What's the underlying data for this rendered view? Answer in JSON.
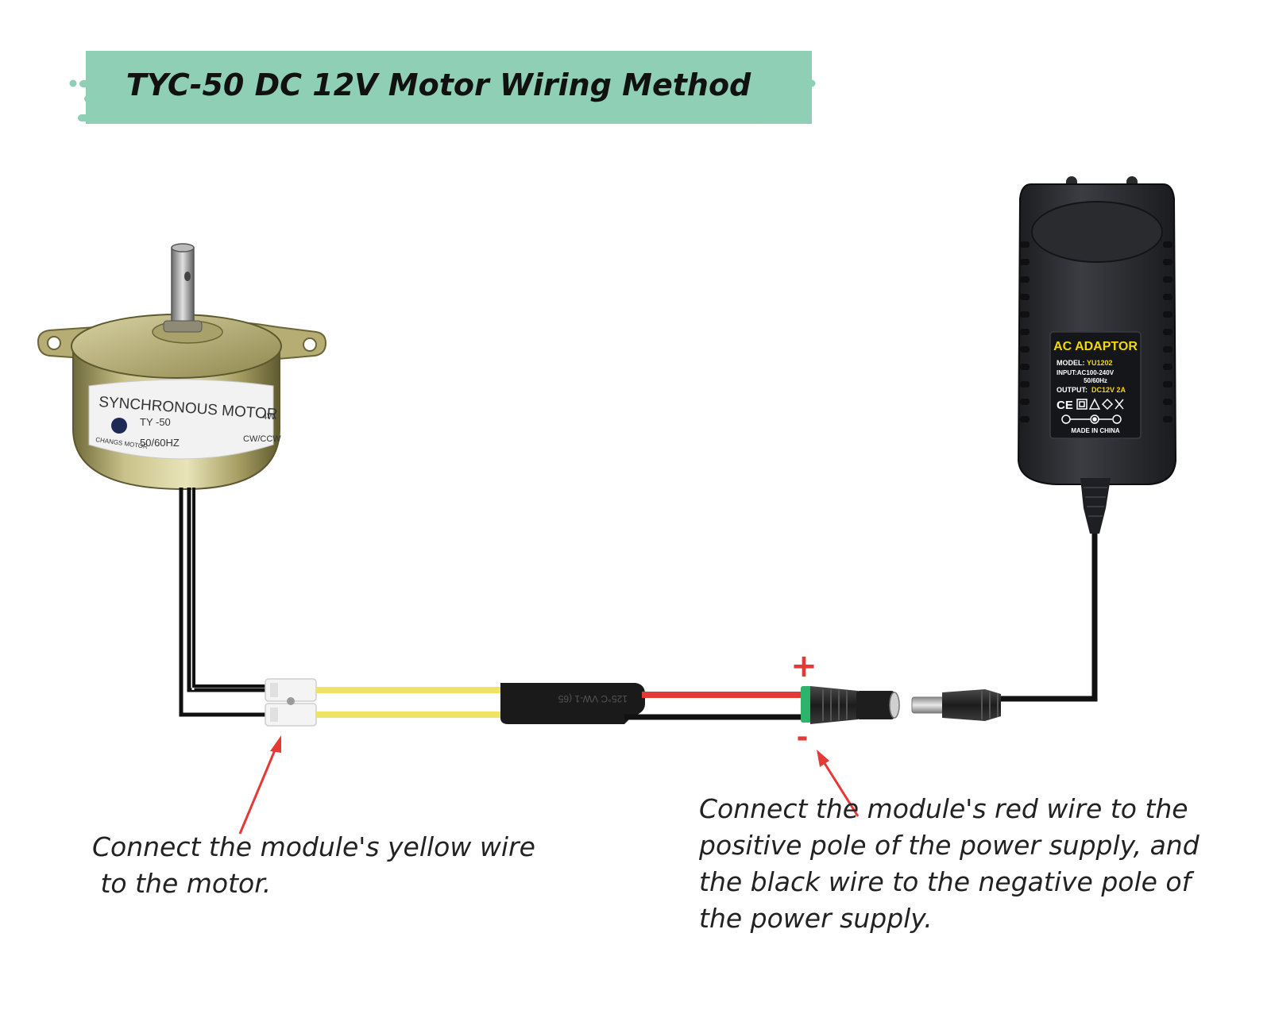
{
  "title": "TYC-50 DC 12V Motor Wiring Method",
  "colors": {
    "banner": "#8ecfb5",
    "wire_yellow": "#efe363",
    "wire_red": "#e53935",
    "wire_black": "#111111",
    "arrow": "#e53935",
    "adaptor_text": "#f5d800"
  },
  "motor": {
    "line1": "SYNCHRONOUS MOTOR",
    "model": "TY -50",
    "power": "4W",
    "brand": "CHANGS MOTOR",
    "freq": "50/60HZ",
    "direction": "CW/CCW"
  },
  "adaptor": {
    "heading": "AC ADAPTOR",
    "model_label": "MODEL:",
    "model_value": "YU1202",
    "input_label": "INPUT:AC100-240V",
    "input_freq": "50/60Hz",
    "output_label": "OUTPUT:",
    "output_value": "DC12V 2A",
    "marks": "CE",
    "made_in": "MADE IN CHINA"
  },
  "polarity": {
    "positive": "+",
    "negative": "-"
  },
  "captions": {
    "left": [
      "Connect the module's yellow wire",
      " to the motor."
    ],
    "right": [
      "Connect the module's red wire to the",
      "positive pole of the power supply, and",
      "the black wire to the negative pole of",
      "the power supply."
    ]
  }
}
